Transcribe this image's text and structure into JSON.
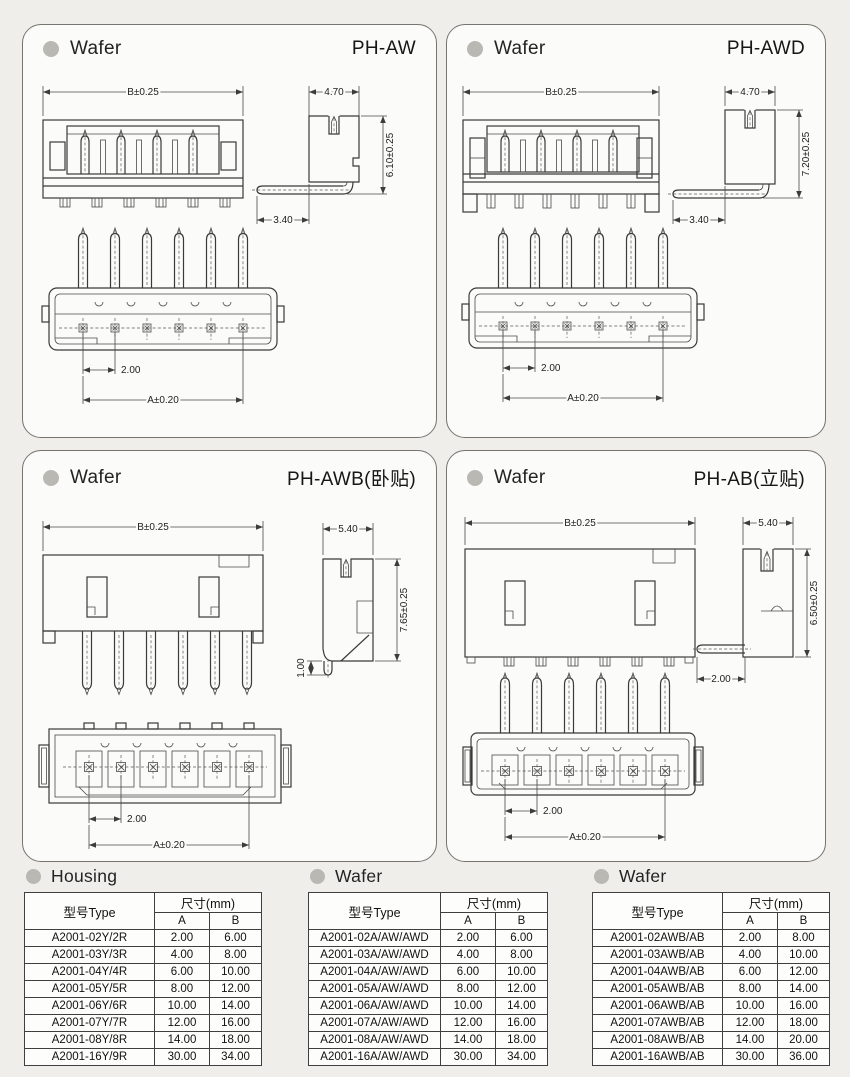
{
  "panels": [
    {
      "section": "Wafer",
      "title": "PH-AW",
      "front_width": "B±0.25",
      "side_width": "4.70",
      "side_height": "6.10±0.25",
      "pin_length": "3.40",
      "pitch": "2.00",
      "span": "A±0.20"
    },
    {
      "section": "Wafer",
      "title": "PH-AWD",
      "front_width": "B±0.25",
      "side_width": "4.70",
      "side_height": "7.20±0.25",
      "pin_length": "3.40",
      "pitch": "2.00",
      "span": "A±0.20"
    },
    {
      "section": "Wafer",
      "title": "PH-AWB(卧贴)",
      "front_width": "B±0.25",
      "side_width": "5.40",
      "side_height": "7.65±0.25",
      "standoff": "1.00",
      "pitch": "2.00",
      "span": "A±0.20"
    },
    {
      "section": "Wafer",
      "title": "PH-AB(立贴)",
      "front_width": "B±0.25",
      "side_width": "5.40",
      "side_height": "6.50±0.25",
      "pin_length": "2.00",
      "pitch": "2.00",
      "span": "A±0.20"
    }
  ],
  "tables": [
    {
      "section": "Housing",
      "type_header": "型号Type",
      "size_header": "尺寸(mm)",
      "col_a": "A",
      "col_b": "B",
      "rows": [
        {
          "type": "A2001-02Y/2R",
          "a": "2.00",
          "b": "6.00"
        },
        {
          "type": "A2001-03Y/3R",
          "a": "4.00",
          "b": "8.00"
        },
        {
          "type": "A2001-04Y/4R",
          "a": "6.00",
          "b": "10.00"
        },
        {
          "type": "A2001-05Y/5R",
          "a": "8.00",
          "b": "12.00"
        },
        {
          "type": "A2001-06Y/6R",
          "a": "10.00",
          "b": "14.00"
        },
        {
          "type": "A2001-07Y/7R",
          "a": "12.00",
          "b": "16.00"
        },
        {
          "type": "A2001-08Y/8R",
          "a": "14.00",
          "b": "18.00"
        },
        {
          "type": "A2001-16Y/9R",
          "a": "30.00",
          "b": "34.00"
        }
      ]
    },
    {
      "section": "Wafer",
      "type_header": "型号Type",
      "size_header": "尺寸(mm)",
      "col_a": "A",
      "col_b": "B",
      "rows": [
        {
          "type": "A2001-02A/AW/AWD",
          "a": "2.00",
          "b": "6.00"
        },
        {
          "type": "A2001-03A/AW/AWD",
          "a": "4.00",
          "b": "8.00"
        },
        {
          "type": "A2001-04A/AW/AWD",
          "a": "6.00",
          "b": "10.00"
        },
        {
          "type": "A2001-05A/AW/AWD",
          "a": "8.00",
          "b": "12.00"
        },
        {
          "type": "A2001-06A/AW/AWD",
          "a": "10.00",
          "b": "14.00"
        },
        {
          "type": "A2001-07A/AW/AWD",
          "a": "12.00",
          "b": "16.00"
        },
        {
          "type": "A2001-08A/AW/AWD",
          "a": "14.00",
          "b": "18.00"
        },
        {
          "type": "A2001-16A/AW/AWD",
          "a": "30.00",
          "b": "34.00"
        }
      ]
    },
    {
      "section": "Wafer",
      "type_header": "型号Type",
      "size_header": "尺寸(mm)",
      "col_a": "A",
      "col_b": "B",
      "rows": [
        {
          "type": "A2001-02AWB/AB",
          "a": "2.00",
          "b": "8.00"
        },
        {
          "type": "A2001-03AWB/AB",
          "a": "4.00",
          "b": "10.00"
        },
        {
          "type": "A2001-04AWB/AB",
          "a": "6.00",
          "b": "12.00"
        },
        {
          "type": "A2001-05AWB/AB",
          "a": "8.00",
          "b": "14.00"
        },
        {
          "type": "A2001-06AWB/AB",
          "a": "10.00",
          "b": "16.00"
        },
        {
          "type": "A2001-07AWB/AB",
          "a": "12.00",
          "b": "18.00"
        },
        {
          "type": "A2001-08AWB/AB",
          "a": "14.00",
          "b": "20.00"
        },
        {
          "type": "A2001-16AWB/AB",
          "a": "30.00",
          "b": "36.00"
        }
      ]
    }
  ]
}
